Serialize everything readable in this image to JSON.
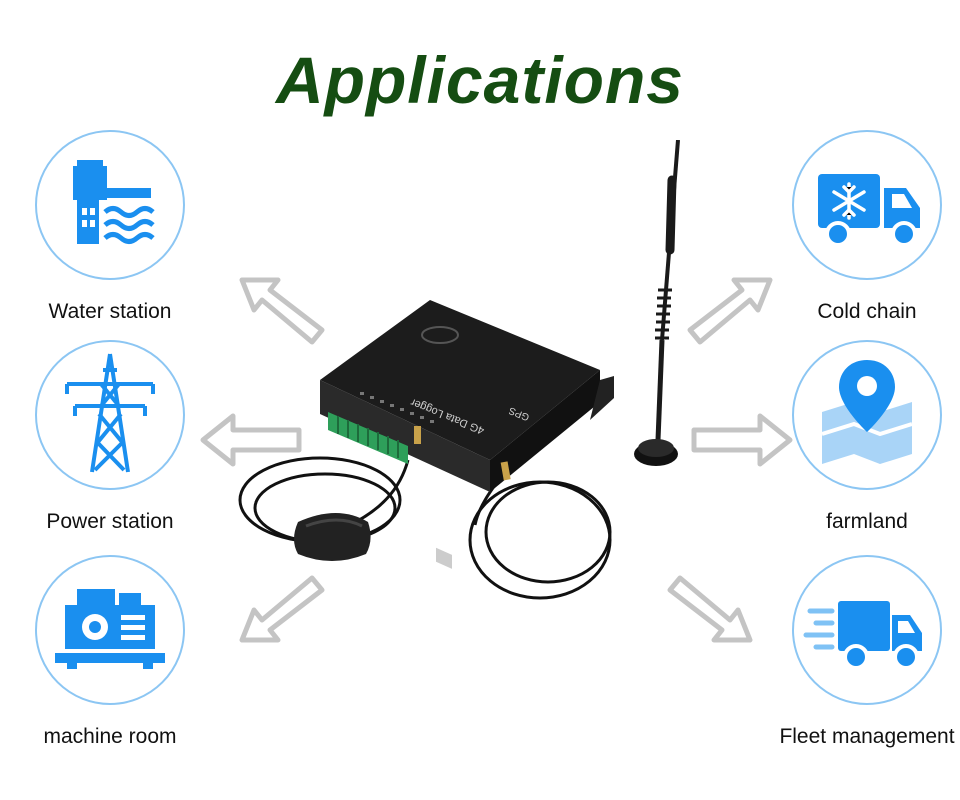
{
  "title": "Applications",
  "colors": {
    "title": "#154d12",
    "icon": "#1a8fef",
    "icon_light": "#7fc2f5",
    "circle_border": "#8cc6f3",
    "arrow": "#c8c8c8"
  },
  "applications": [
    {
      "label": "Water station",
      "icon": "water-station-icon"
    },
    {
      "label": "Power station",
      "icon": "power-tower-icon"
    },
    {
      "label": "machine room",
      "icon": "generator-icon"
    },
    {
      "label": "Cold chain",
      "icon": "refrigerated-truck-icon"
    },
    {
      "label": "farmland",
      "icon": "map-pin-icon"
    },
    {
      "label": "Fleet management",
      "icon": "fast-truck-icon"
    }
  ],
  "device": {
    "label_main": "4G Data Logger",
    "label_gps": "GPS"
  }
}
